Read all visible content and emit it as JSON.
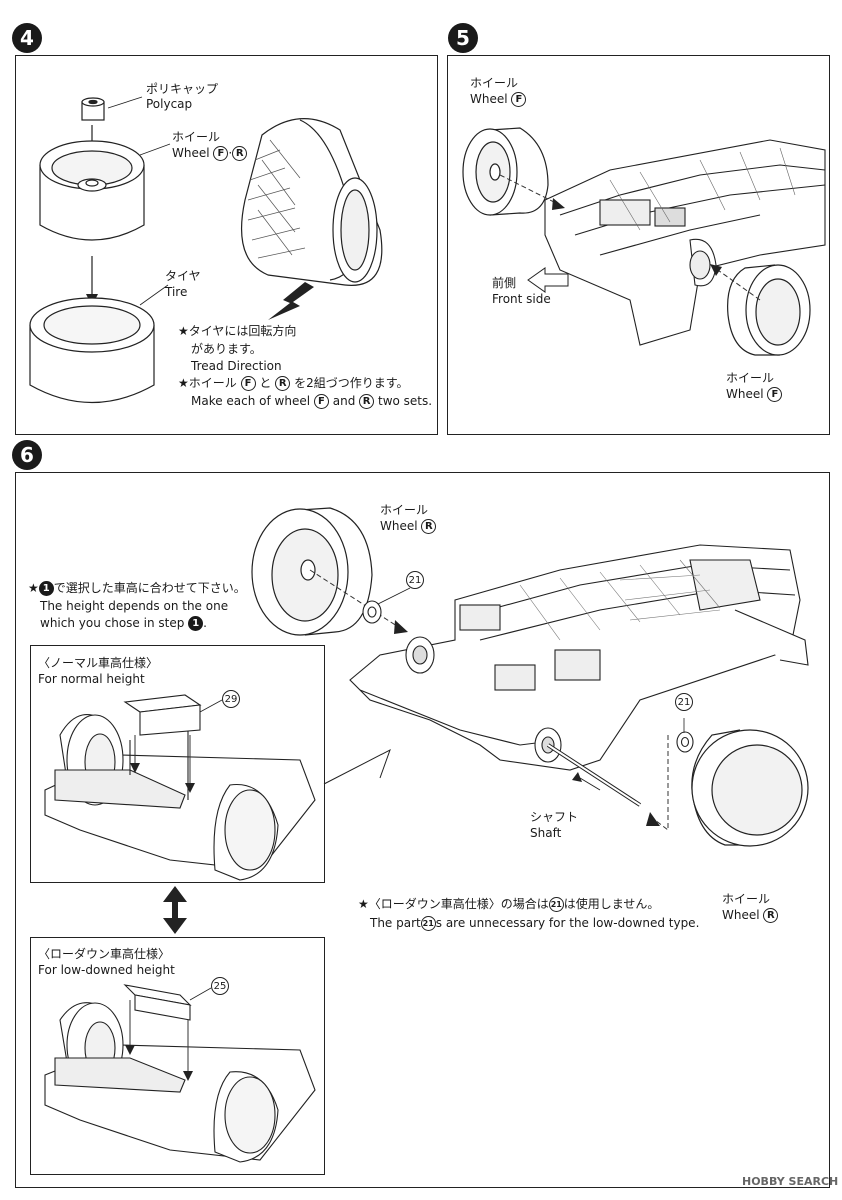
{
  "step4": {
    "number": "4",
    "polycap_jp": "ポリキャップ",
    "polycap_en": "Polycap",
    "wheel_jp": "ホイール",
    "wheel_en": "Wheel",
    "mark_f": "F",
    "dot": "·",
    "mark_r": "R",
    "tire_jp": "タイヤ",
    "tire_en": "Tire",
    "note1_jp_a": "★タイヤには回転方向",
    "note1_jp_b": "があります。",
    "note1_en": "Tread Direction",
    "note2_jp_a": "★ホイール",
    "note2_jp_b": "と",
    "note2_jp_c": "を2組づつ作ります。",
    "note2_en_a": "Make each of wheel",
    "note2_en_b": "and",
    "note2_en_c": "two sets."
  },
  "step5": {
    "number": "5",
    "wheel_jp": "ホイール",
    "wheel_en": "Wheel",
    "mark_f": "F",
    "front_jp": "前側",
    "front_en": "Front side"
  },
  "step6": {
    "number": "6",
    "wheel_jp": "ホイール",
    "wheel_en": "Wheel",
    "mark_r": "R",
    "part21": "21",
    "part29": "29",
    "part25": "25",
    "step_ref": "1",
    "note_jp_a": "★",
    "note_jp_b": "で選択した車高に合わせて下さい。",
    "note_en1": "The height depends on the one",
    "note_en2": "which you chose in step",
    "note_en2_end": ".",
    "normal_jp": "〈ノーマル車高仕様〉",
    "normal_en": "For normal height",
    "low_jp": "〈ローダウン車高仕様〉",
    "low_en": "For low-downed height",
    "shaft_jp": "シャフト",
    "shaft_en": "Shaft",
    "lowdown_note_jp_a": "★〈ローダウン車高仕様〉の場合は",
    "lowdown_note_jp_b": "は使用しません。",
    "lowdown_note_en_a": "The part",
    "lowdown_note_en_b": "s are unnecessary for the low-downed type."
  },
  "watermark": "HOBBY SEARCH"
}
